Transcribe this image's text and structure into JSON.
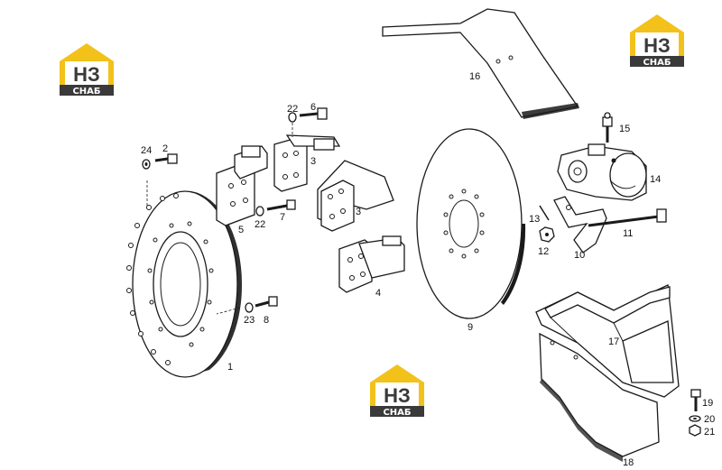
{
  "logos": [
    {
      "letters": "НЗ",
      "caption": "СНАБ"
    },
    {
      "letters": "НЗ",
      "caption": "СНАБ"
    },
    {
      "letters": "НЗ",
      "caption": "СНАБ"
    }
  ],
  "callouts": [
    "1",
    "2",
    "3",
    "3",
    "4",
    "5",
    "6",
    "7",
    "8",
    "9",
    "10",
    "11",
    "12",
    "13",
    "14",
    "15",
    "16",
    "17",
    "18",
    "19",
    "20",
    "21",
    "22",
    "22",
    "23",
    "24"
  ],
  "colors": {
    "logo_yellow": "#f2c21b",
    "logo_dark": "#3a3a3a",
    "line": "#1a1a1a"
  }
}
